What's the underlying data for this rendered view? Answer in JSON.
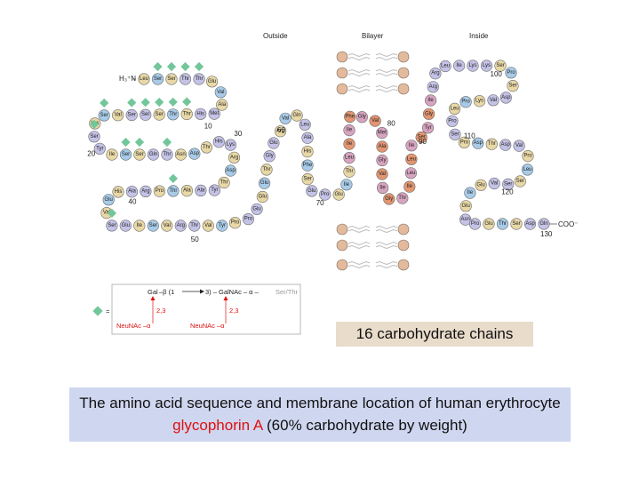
{
  "regions": {
    "outside": "Outside",
    "bilayer": "Bilayer",
    "inside": "Inside"
  },
  "termini": {
    "n": "H₃⁺N",
    "c": "COO⁻"
  },
  "numbers": [
    "10",
    "20",
    "30",
    "40",
    "50",
    "60",
    "70",
    "80",
    "90",
    "100",
    "110",
    "120",
    "130"
  ],
  "sequence": [
    "Leu",
    "Ser",
    "Ser",
    "Thr",
    "Thr",
    "Glu",
    "Val",
    "Ala",
    "Met",
    "His",
    "Thr",
    "Thr",
    "Ser",
    "Ser",
    "Ser",
    "Val",
    "Ser",
    "Lys",
    "Ser",
    "Tyr",
    "Ile",
    "Ser",
    "Ser",
    "Gln",
    "Thr",
    "Asn",
    "Asp",
    "Thr",
    "His",
    "Lys",
    "Arg",
    "Asp",
    "Thr",
    "Tyr",
    "Ala",
    "Ala",
    "Thr",
    "Pro",
    "Arg",
    "Ala",
    "His",
    "Glu",
    "Val",
    "Ser",
    "Glu",
    "Ile",
    "Ser",
    "Val",
    "Arg",
    "Thr",
    "Val",
    "Tyr",
    "Pro",
    "Pro",
    "Glu",
    "Glu",
    "Glu",
    "Thr",
    "Gly",
    "Glu",
    "Arg",
    "Val",
    "Gln",
    "Leu",
    "Ala",
    "His",
    "Phe",
    "Ser",
    "Glu",
    "Pro",
    "Glu",
    "Ile",
    "Thr",
    "Leu",
    "Ile",
    "Ile",
    "Phe",
    "Gly",
    "Val",
    "Met",
    "Ala",
    "Gly",
    "Val",
    "Ile",
    "Gly",
    "Thr",
    "Ile",
    "Leu",
    "Leu",
    "Ile",
    "Ser",
    "Tyr",
    "Gly",
    "Ile",
    "Arg",
    "Arg",
    "Leu",
    "Ile",
    "Lys",
    "Lys",
    "Ser",
    "Pro",
    "Ser",
    "Asp",
    "Val",
    "Lys",
    "Pro",
    "Leu",
    "Pro",
    "Ser",
    "Pro",
    "Asp",
    "Thr",
    "Asp",
    "Val",
    "Pro",
    "Leu",
    "Ser",
    "Ser",
    "Val",
    "Glu",
    "Ile",
    "Glu",
    "Asn",
    "Pro",
    "Glu",
    "Thr",
    "Ser",
    "Asp",
    "Gln"
  ],
  "legend": {
    "gal": "Gal",
    "beta": "–β (1",
    "three": "3) – GalNAc – α –",
    "serthr": "Ser/Thr",
    "eq": "=",
    "pos_a": "2,3",
    "pos_b": "2,3",
    "neu_a": "NeuNAc –α",
    "neu_b": "NeuNAc –α"
  },
  "carbohydrate_chains": "16 carbohydrate chains",
  "caption": {
    "before": "The amino acid sequence and membrane location of human erythrocyte ",
    "highlight": "glycophorin A",
    "after": " (60% carbohydrate by weight)"
  },
  "colors": {
    "lavender": "#c4c2e6",
    "beige": "#e8d8a6",
    "light_blue": "#a7cbe8",
    "pink": "#d7a4c0",
    "orange": "#e29570",
    "diamond": "#72c79a",
    "highlight": "#e01010",
    "caption_bg": "#cfd7f0",
    "carb_box_bg": "#e9dccb"
  }
}
